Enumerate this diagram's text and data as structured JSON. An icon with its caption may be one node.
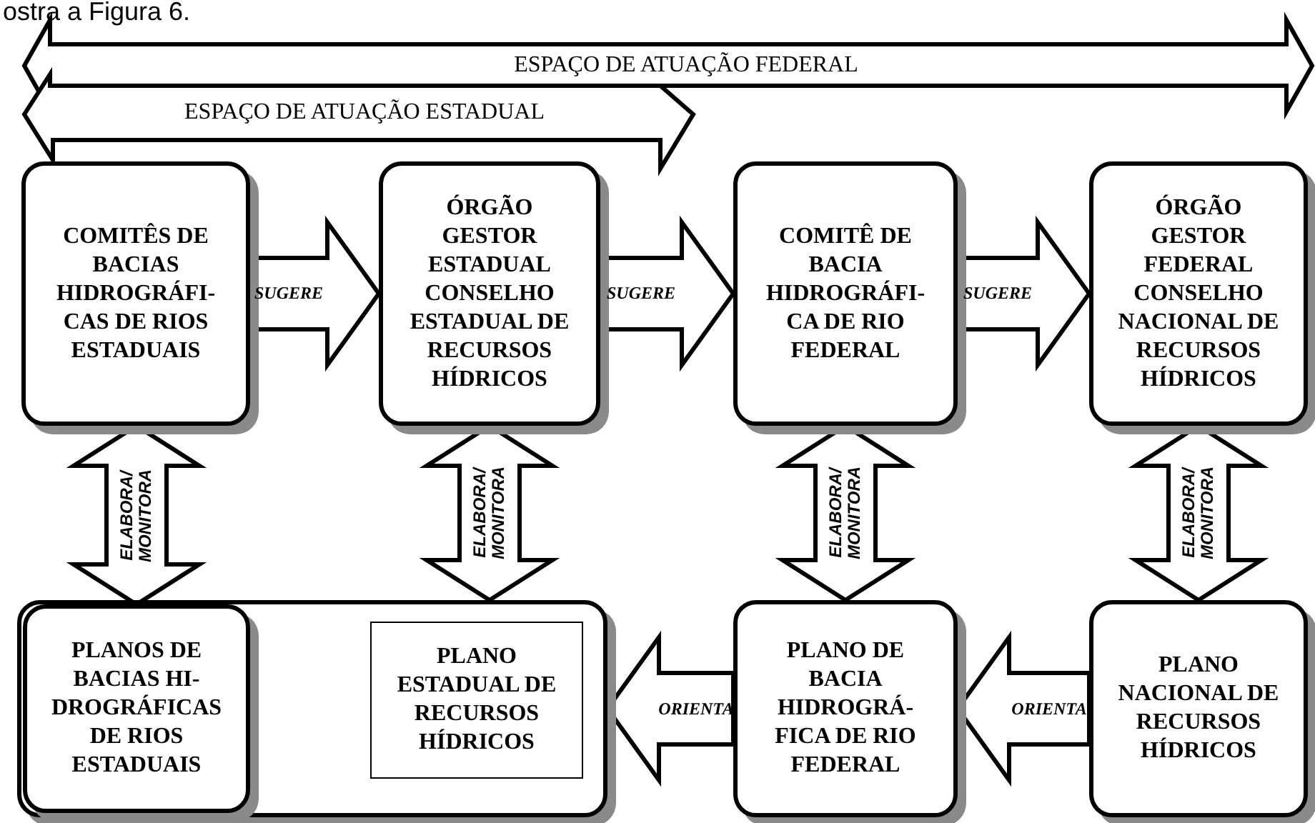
{
  "diagram": {
    "nodes": [
      {
        "text": [
          "ESPAÇO DE ATUAÇÃO FEDERAL"
        ]
      },
      {
        "text": [
          "ESPAÇO DE ATUAÇÃO ESTADUAL"
        ]
      },
      {
        "text": [
          "COMITÊS DE BACIAS HIDROGRÁFI- CAS DE RIOS ESTADUAIS"
        ]
      },
      {
        "text": [
          "ÓRGÃO GESTOR ESTADUAL CONSELHO ESTADUAL DE RECURSOS HÍDRICOS"
        ]
      },
      {
        "text": [
          "COMITÊ DE BACIA HIDROGRÁFI- CA DE RIO FEDERAL"
        ]
      },
      {
        "text": [
          "ÓRGÃO GESTOR FEDERAL CONSELHO NACIONAL DE RECURSOS HÍDRICOS"
        ]
      },
      {
        "text": [],
        "shape": "box"
      },
      {
        "text": [
          "PLANOS DE BACIAS HI- DROGRÁFICAS DE RIOS ESTADUAIS"
        ],
        "in": 6
      },
      {
        "text": [
          "PLANO ESTADUAL DE RECURSOS HÍDRICOS"
        ],
        "in": 6
      },
      {
        "text": [
          "PLANO DE BACIA HIDROGRÁ- FICA DE RIO FEDERAL"
        ]
      },
      {
        "text": [
          "PLANO NACIONAL DE RECURSOS HÍDRICOS"
        ]
      }
    ],
    "edges": [
      {
        "from": 2,
        "to": 3,
        "arrow": "to",
        "label": "SUGERE"
      },
      {
        "from": 3,
        "to": 4,
        "arrow": "to",
        "label": "SUGERE"
      },
      {
        "from": 4,
        "to": 5,
        "arrow": "to",
        "label": "SUGERE"
      },
      {
        "from": 2,
        "to": 7,
        "arrow": "both",
        "label": "ELABORA/ MONITORA"
      },
      {
        "from": 3,
        "to": 6,
        "arrow": "both",
        "label": "ELABORA/ MONITORA"
      },
      {
        "from": 4,
        "to": 9,
        "arrow": "both",
        "label": "ELABORA/ MONITORA"
      },
      {
        "from": 5,
        "to": 10,
        "arrow": "both",
        "label": "ELABORA/ MONITORA"
      },
      {
        "from": 10,
        "to": 9,
        "arrow": "to",
        "label": "ORIENTA"
      },
      {
        "from": 9,
        "to": 6,
        "arrow": "to",
        "label": "ORIENTA"
      }
    ],
    "labels": [
      "ostra a Figura 6."
    ]
  }
}
